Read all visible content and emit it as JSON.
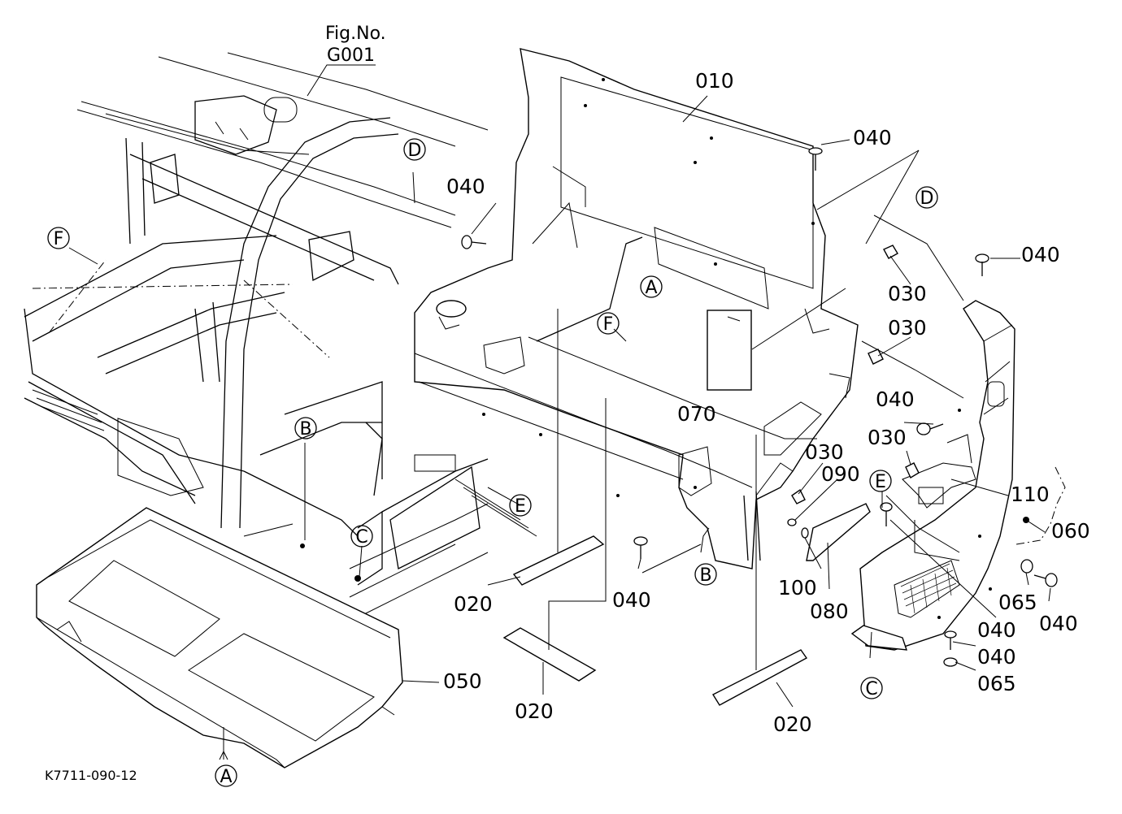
{
  "figure_ref": {
    "label": "Fig.No.",
    "number": "G001"
  },
  "drawing_id": "K7711-090-12",
  "part_numbers": {
    "p010": "010",
    "p020a": "020",
    "p020b": "020",
    "p020c": "020",
    "p030a": "030",
    "p030b": "030",
    "p030c": "030",
    "p030d": "030",
    "p040a": "040",
    "p040b": "040",
    "p040c": "040",
    "p040d": "040",
    "p040e": "040",
    "p040f": "040",
    "p040g": "040",
    "p040h": "040",
    "p050": "050",
    "p060": "060",
    "p065a": "065",
    "p065b": "065",
    "p070": "070",
    "p080": "080",
    "p090": "090",
    "p100": "100",
    "p110": "110"
  },
  "reference_markers": {
    "A": "A",
    "B": "B",
    "C": "C",
    "D": "D",
    "E": "E",
    "F": "F"
  }
}
